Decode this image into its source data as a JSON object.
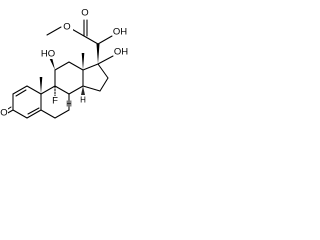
{
  "atom_labels": {
    "methyl": "O",
    "ester_carbonyl_o": "O",
    "c21_oh": "OH",
    "c17_oh": "OH",
    "c11_oh": "HO",
    "fluorine": "F",
    "ketone_o": "O",
    "h8": "H",
    "h14": "H"
  },
  "colors": {
    "bond": "#000000",
    "background": "#ffffff"
  }
}
